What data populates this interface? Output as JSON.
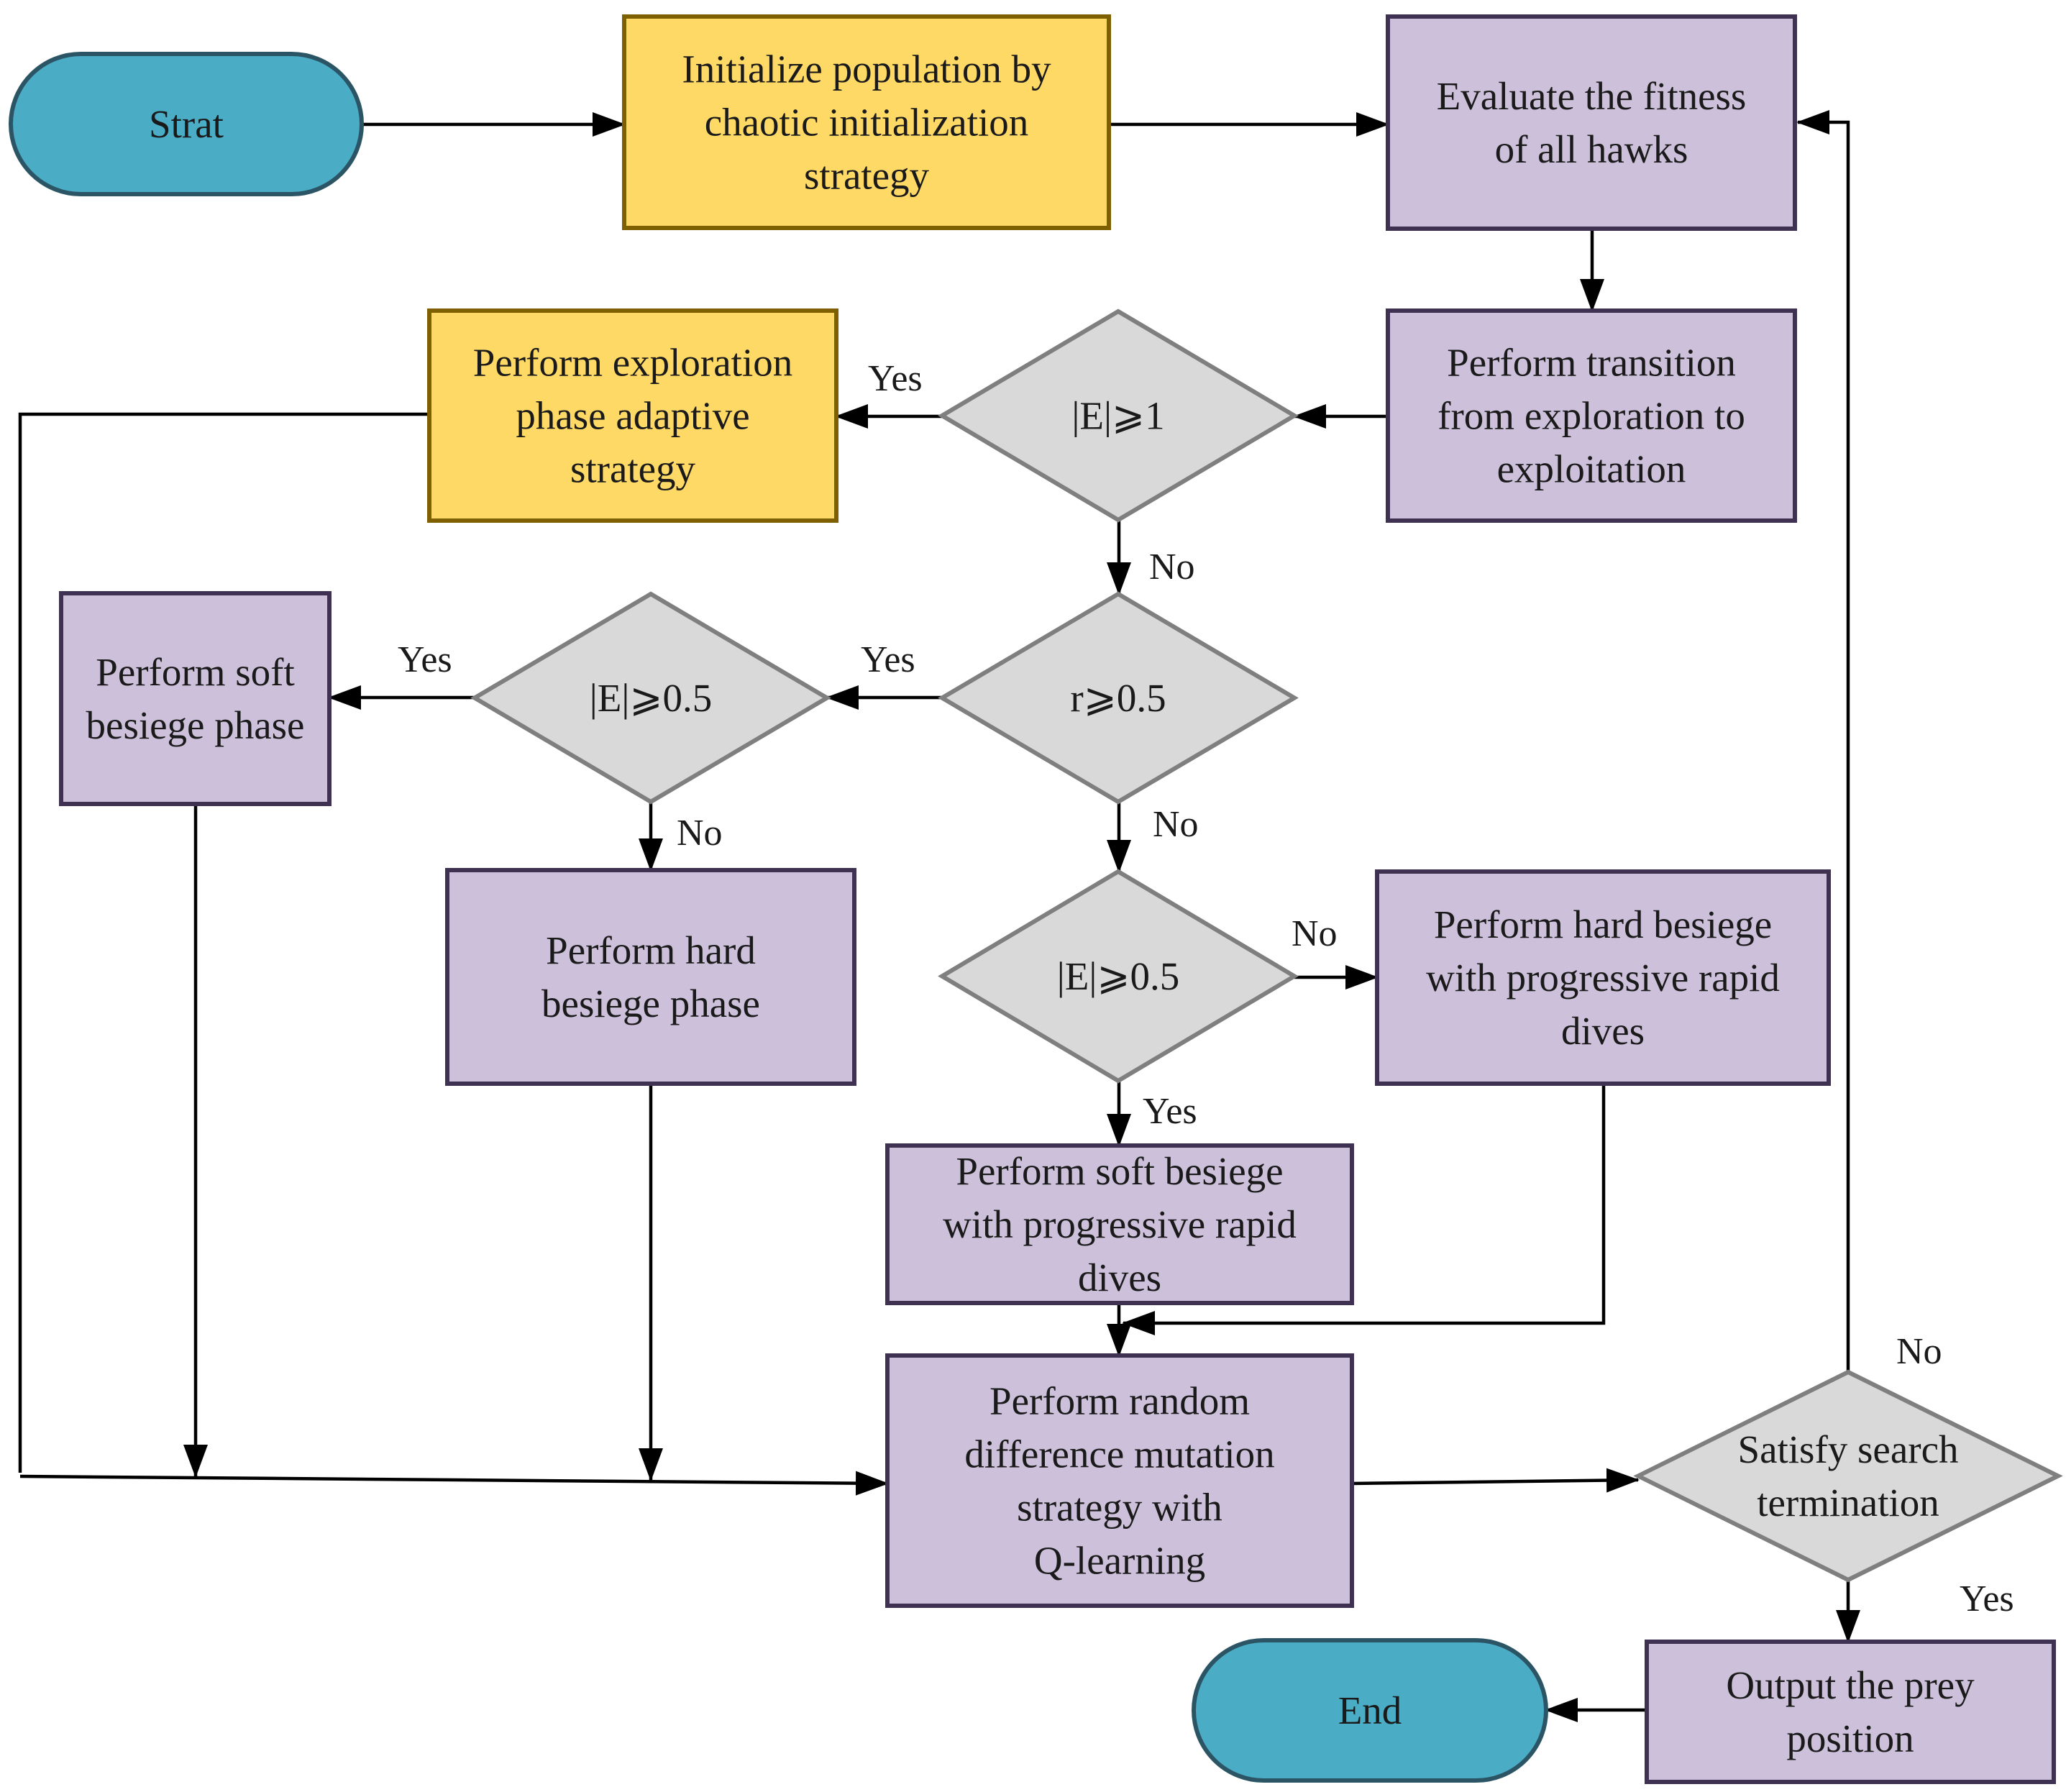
{
  "colors": {
    "terminal_fill": "#4bacc6",
    "terminal_stroke": "#2b5565",
    "process_fill": "#ccc0da",
    "process_stroke": "#3f3151",
    "highlight_fill": "#ffd966",
    "highlight_stroke": "#7f6000",
    "decision_fill": "#d9d9d9",
    "decision_stroke": "#7f7f7f",
    "arrow": "#000000"
  },
  "nodes": {
    "start": {
      "shape": "terminal",
      "lines": [
        "Strat"
      ]
    },
    "init": {
      "shape": "highlight",
      "lines": [
        "Initialize  population by",
        "chaotic initialization",
        "strategy"
      ]
    },
    "evaluate": {
      "shape": "process",
      "lines": [
        "Evaluate the fitness",
        "of all hawks"
      ]
    },
    "transition": {
      "shape": "process",
      "lines": [
        "Perform transition",
        "from exploration to",
        "exploitation"
      ]
    },
    "d_e1": {
      "shape": "decision",
      "lines": [
        "|E|⩾1"
      ]
    },
    "explore": {
      "shape": "highlight",
      "lines": [
        "Perform exploration",
        "phase adaptive",
        "strategy"
      ]
    },
    "d_r": {
      "shape": "decision",
      "lines": [
        "r⩾0.5"
      ]
    },
    "d_e05_left": {
      "shape": "decision",
      "lines": [
        "|E|⩾0.5"
      ]
    },
    "soft": {
      "shape": "process",
      "lines": [
        "Perform soft",
        "besiege phase"
      ]
    },
    "hard": {
      "shape": "process",
      "lines": [
        "Perform  hard",
        "besiege phase"
      ]
    },
    "d_e05_mid": {
      "shape": "decision",
      "lines": [
        "|E|⩾0.5"
      ]
    },
    "hard_dives": {
      "shape": "process",
      "lines": [
        "Perform hard besiege",
        "with progressive rapid",
        "dives"
      ]
    },
    "soft_dives": {
      "shape": "process",
      "lines": [
        "Perform soft besiege",
        "with progressive rapid",
        "dives"
      ]
    },
    "mutation": {
      "shape": "process",
      "lines": [
        "Perform random",
        "difference mutation",
        "strategy with",
        "Q-learning"
      ]
    },
    "d_term": {
      "shape": "decision",
      "lines": [
        "Satisfy search",
        "termination"
      ]
    },
    "output": {
      "shape": "process",
      "lines": [
        "Output the prey",
        "position"
      ]
    },
    "end": {
      "shape": "terminal",
      "lines": [
        "End"
      ]
    }
  },
  "edge_labels": {
    "e1_yes": "Yes",
    "e1_no": "No",
    "r_yes": "Yes",
    "r_no": "No",
    "left_yes": "Yes",
    "left_no": "No",
    "mid_no": "No",
    "mid_yes": "Yes",
    "term_no": "No",
    "term_yes": "Yes"
  }
}
